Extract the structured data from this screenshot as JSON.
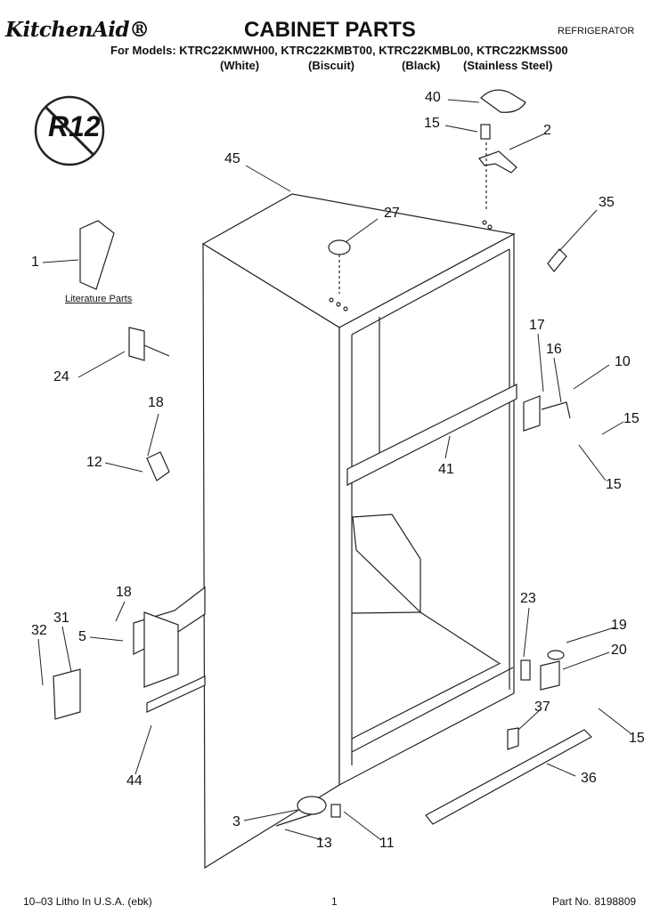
{
  "header": {
    "brand": "KitchenAid®",
    "title": "CABINET PARTS",
    "category": "REFRIGERATOR",
    "models_line": "For Models: KTRC22KMWH00, KTRC22KMBT00, KTRC22KMBL00, KTRC22KMSS00",
    "variants": [
      "(White)",
      "(Biscuit)",
      "(Black)",
      "(Stainless Steel)"
    ]
  },
  "badge": {
    "text": "R12"
  },
  "literature_label": "Literature Parts",
  "callouts": [
    "40",
    "15",
    "2",
    "45",
    "27",
    "35",
    "1",
    "17",
    "16",
    "10",
    "24",
    "15",
    "18",
    "41",
    "12",
    "15",
    "23",
    "18",
    "19",
    "32",
    "31",
    "5",
    "20",
    "37",
    "15",
    "36",
    "44",
    "3",
    "13",
    "11"
  ],
  "footer": {
    "left": "10–03 Litho In U.S.A. (ebk)",
    "center": "1",
    "right": "Part No. 8198809"
  }
}
